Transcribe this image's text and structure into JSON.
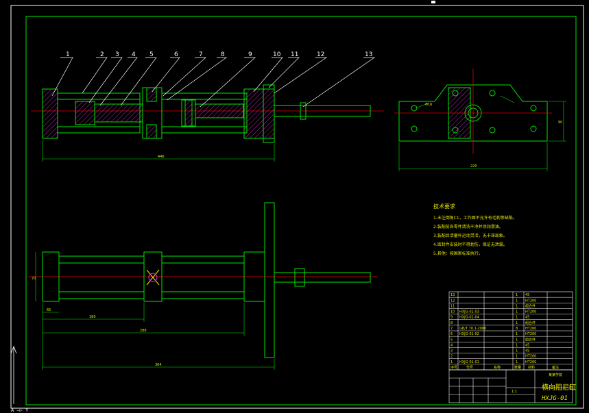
{
  "callouts": [
    "1",
    "2",
    "3",
    "4",
    "5",
    "6",
    "7",
    "8",
    "9",
    "10",
    "11",
    "12",
    "13"
  ],
  "dimensions": {
    "front_overall": "446",
    "side_width": "220",
    "side_height": "90",
    "bottom_small": "65",
    "bottom_mid": "180",
    "bottom_long": "288",
    "bottom_total": "364",
    "bottom_height": "70",
    "phi_label": "Φ16"
  },
  "notes": {
    "title": "技术要求",
    "lines": [
      "1.未注倒角C1，工作面不允许有毛刺等缺陷。",
      "2.装配前各零件清洗干净并涂润滑油。",
      "3.装配后活塞杆运动灵活，无卡滞现象。",
      "4.密封件安装时不得划伤，保证无泄漏。",
      "5.其他：按国家标准执行。"
    ]
  },
  "parts_table": {
    "rows": [
      [
        "13",
        "",
        "",
        "1",
        "45"
      ],
      [
        "12",
        "",
        "",
        "1",
        "HT200"
      ],
      [
        "11",
        "",
        "",
        "1",
        "组合件"
      ],
      [
        "10",
        "HXJG-01-03",
        "",
        "1",
        "HT200"
      ],
      [
        "9",
        "HXJG-01-04",
        "",
        "1",
        "45"
      ],
      [
        "8",
        "",
        "",
        "1",
        "组合件"
      ],
      [
        "7",
        "GB/T 70.1-2000",
        "",
        "8",
        "HT200"
      ],
      [
        "6",
        "HXJG-01-02",
        "",
        "1",
        "HT200"
      ],
      [
        "5",
        "",
        "",
        "1",
        "组合件"
      ],
      [
        "4",
        "",
        "",
        "1",
        "45"
      ],
      [
        "3",
        "",
        "",
        "1",
        "45"
      ],
      [
        "2",
        "",
        "",
        "1",
        "HT200"
      ],
      [
        "1",
        "HXJG-01-01",
        "",
        "1",
        "HT200"
      ]
    ],
    "header": [
      "序号",
      "代号",
      "名称",
      "数量",
      "材料",
      "备注"
    ]
  },
  "title_block": {
    "title": "横向阻尼缸",
    "code": "HXJG-01",
    "company": "某某学院",
    "scale_label": "1:1"
  },
  "command_line": "A  —▷ Y"
}
